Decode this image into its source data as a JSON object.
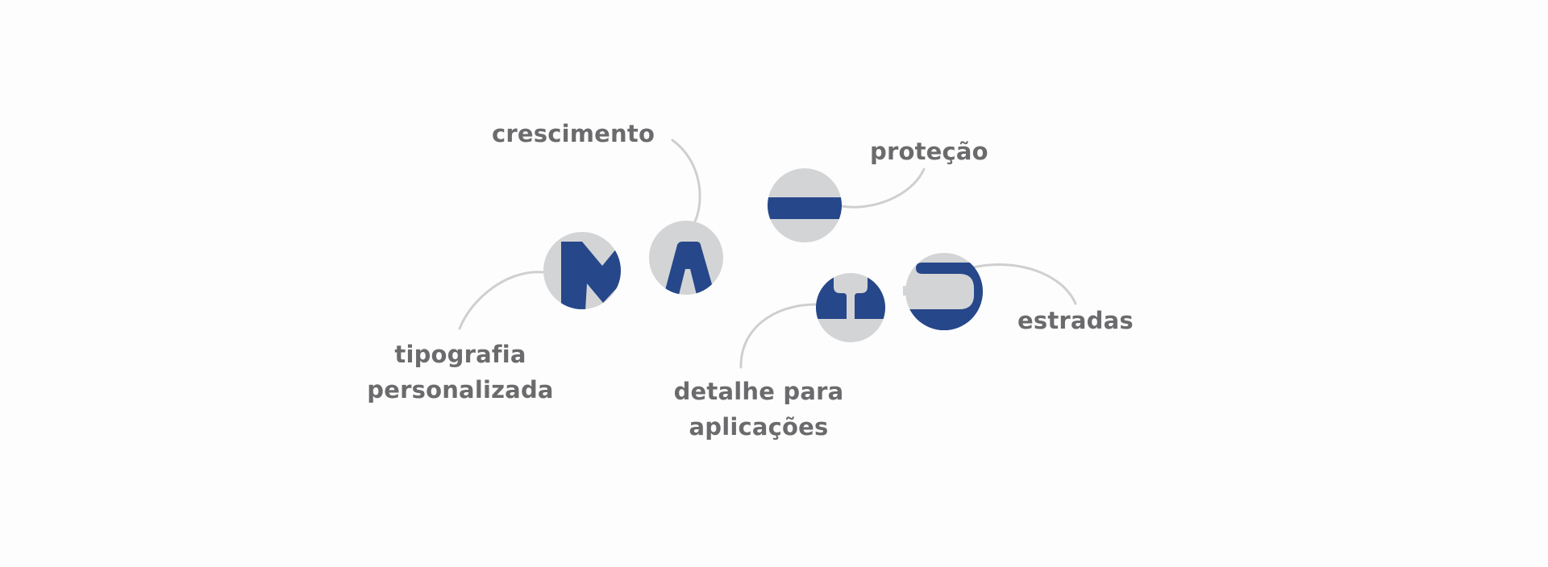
{
  "colors": {
    "circle": "#d3d4d6",
    "glyph": "#26478a",
    "connector": "#cfcfd1",
    "label": "#6b6b6d",
    "background": "#fdfdfd"
  },
  "labels": {
    "crescimento": "crescimento",
    "protecao": "proteção",
    "tipografia_line1": "tipografia",
    "tipografia_line2": "personalizada",
    "detalhe_line1": "detalhe para",
    "detalhe_line2": "aplicações",
    "estradas": "estradas"
  },
  "icons": {
    "m": "letter-m-detail-icon",
    "a": "letter-a-detail-icon",
    "dash": "road-bar-detail-icon",
    "u": "letter-u-detail-icon",
    "s": "letter-s-detail-icon"
  }
}
